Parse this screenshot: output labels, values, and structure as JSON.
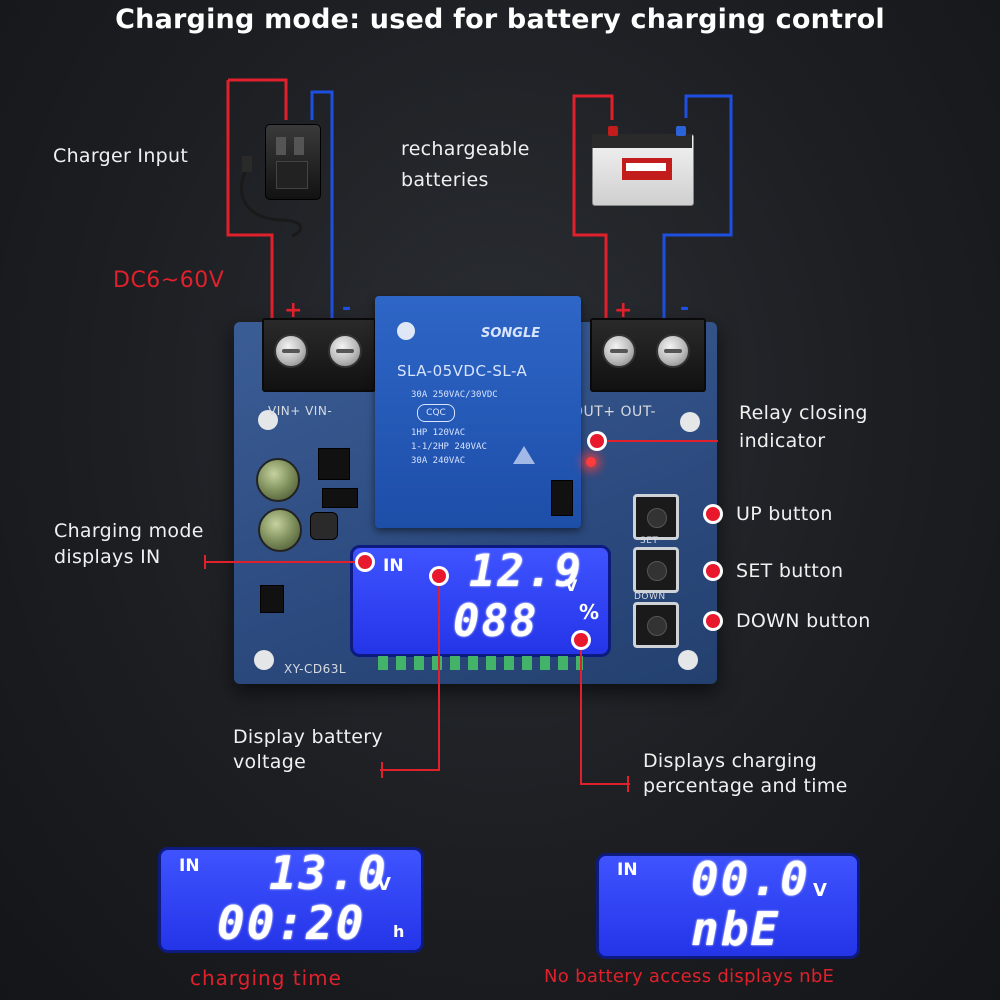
{
  "title": "Charging mode: used for battery charging control",
  "labels": {
    "charger_input": "Charger Input",
    "rechargeable": "rechargeable",
    "batteries": "batteries",
    "dc_range": "DC6~60V",
    "relay_indicator_1": "Relay closing",
    "relay_indicator_2": "indicator",
    "up_button": "UP button",
    "set_button": "SET button",
    "down_button": "DOWN button",
    "charging_mode_1": "Charging mode",
    "charging_mode_2": "displays IN",
    "display_voltage_1": "Display battery",
    "display_voltage_2": "voltage",
    "display_pct_1": "Displays charging",
    "display_pct_2": "percentage and time"
  },
  "board": {
    "terminal_plus_left": "+",
    "terminal_minus_left": "-",
    "terminal_plus_right": "+",
    "terminal_minus_right": "-",
    "vin_label": "VIN+ VIN-",
    "out_label": "OUT+ OUT-",
    "model": "XY-CD63L",
    "btn_set_silk": "SET",
    "btn_down_silk": "DOWN",
    "relay": {
      "brand": "SONGLE",
      "model": "SLA-05VDC-SL-A",
      "line1": "30A 250VAC/30VDC",
      "cert": "CQC",
      "line2": "1HP 120VAC",
      "line3": "1-1/2HP 240VAC",
      "line4": "30A 240VAC"
    }
  },
  "main_lcd": {
    "mode": "IN",
    "voltage": "12.9",
    "voltage_unit": "V",
    "percent": "088",
    "percent_unit": "%"
  },
  "lcd_time": {
    "mode": "IN",
    "voltage": "13.0",
    "voltage_unit": "V",
    "time": "00:20",
    "time_unit": "h",
    "caption": "charging time"
  },
  "lcd_nobattery": {
    "mode": "IN",
    "voltage": "00.0",
    "voltage_unit": "V",
    "code": "nbE",
    "caption": "No battery access displays nbE"
  },
  "colors": {
    "wire_red": "#e0212b",
    "wire_blue": "#1f4fe0",
    "lcd_blue": "#2f42f5",
    "board_blue": "#2c4a7e"
  }
}
